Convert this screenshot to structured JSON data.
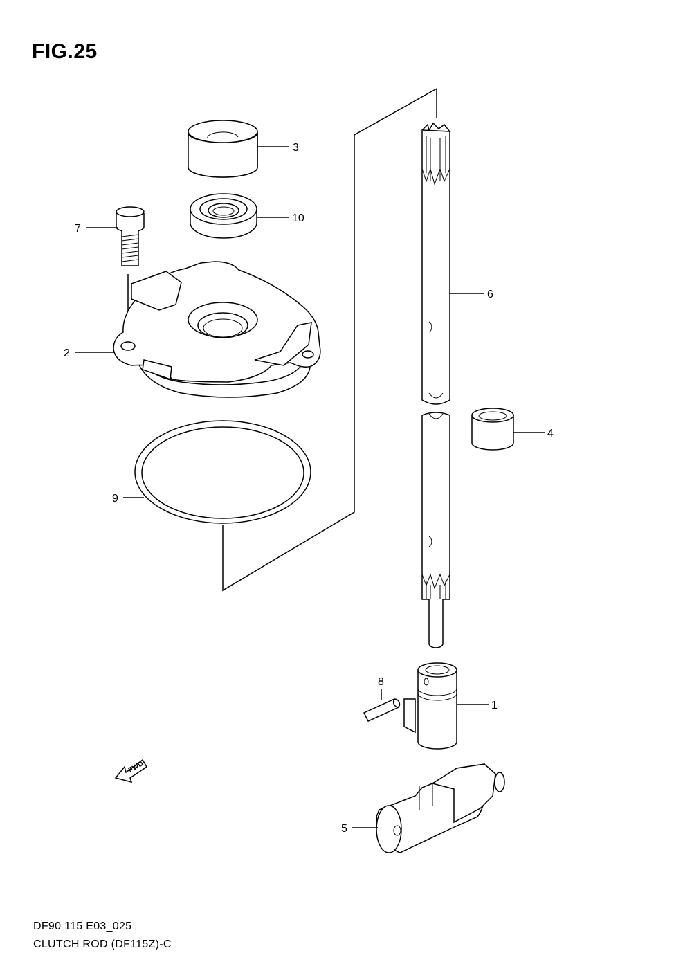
{
  "figure": {
    "title": "FIG.25",
    "code": "DF90 115 E03_025",
    "caption": "CLUTCH ROD (DF115Z)-C"
  },
  "fwd_label": "FWD",
  "parts": [
    {
      "id": "1",
      "label": "1"
    },
    {
      "id": "2",
      "label": "2"
    },
    {
      "id": "3",
      "label": "3"
    },
    {
      "id": "4",
      "label": "4"
    },
    {
      "id": "5",
      "label": "5"
    },
    {
      "id": "6",
      "label": "6"
    },
    {
      "id": "7",
      "label": "7"
    },
    {
      "id": "8",
      "label": "8"
    },
    {
      "id": "9",
      "label": "9"
    },
    {
      "id": "10",
      "label": "10"
    }
  ]
}
